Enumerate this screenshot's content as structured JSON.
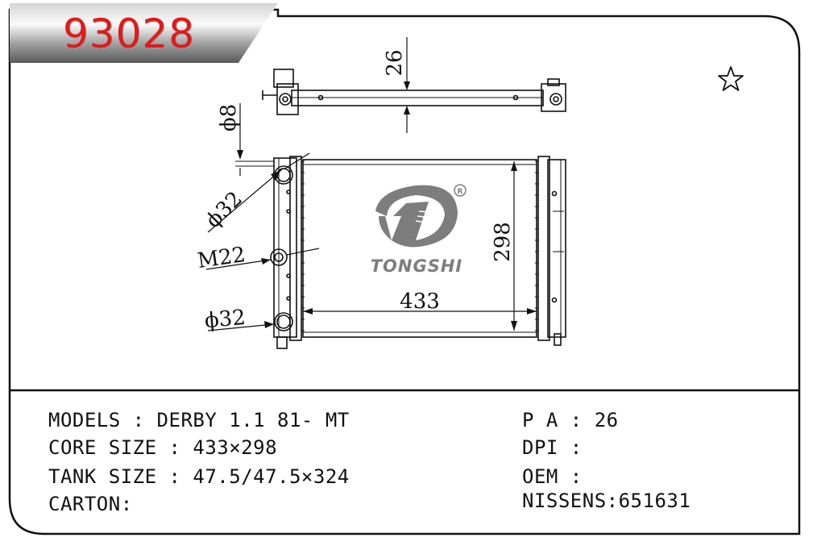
{
  "badge": {
    "part_number": "93028"
  },
  "drawing": {
    "dimensions": {
      "top_height": "26",
      "pin_diameter": "ϕ8",
      "upper_pipe": "ϕ32",
      "thread": "M22",
      "lower_pipe": "ϕ32",
      "core_width": "433",
      "core_height": "298"
    },
    "logo": {
      "brand": "TONGSHI",
      "registered": "R",
      "color": "#7d7d7d"
    }
  },
  "specs": {
    "left": [
      "MODELS : DERBY 1.1 81- MT",
      "CORE SIZE : 433×298",
      "TANK SIZE : 47.5/47.5×324",
      "CARTON:"
    ],
    "right": [
      "P A : 26",
      "DPI :",
      "OEM :",
      "NISSENS:651631"
    ]
  },
  "colors": {
    "accent": "#e01a1a",
    "line": "#111111"
  },
  "icons": {
    "favorite": "star-icon"
  }
}
